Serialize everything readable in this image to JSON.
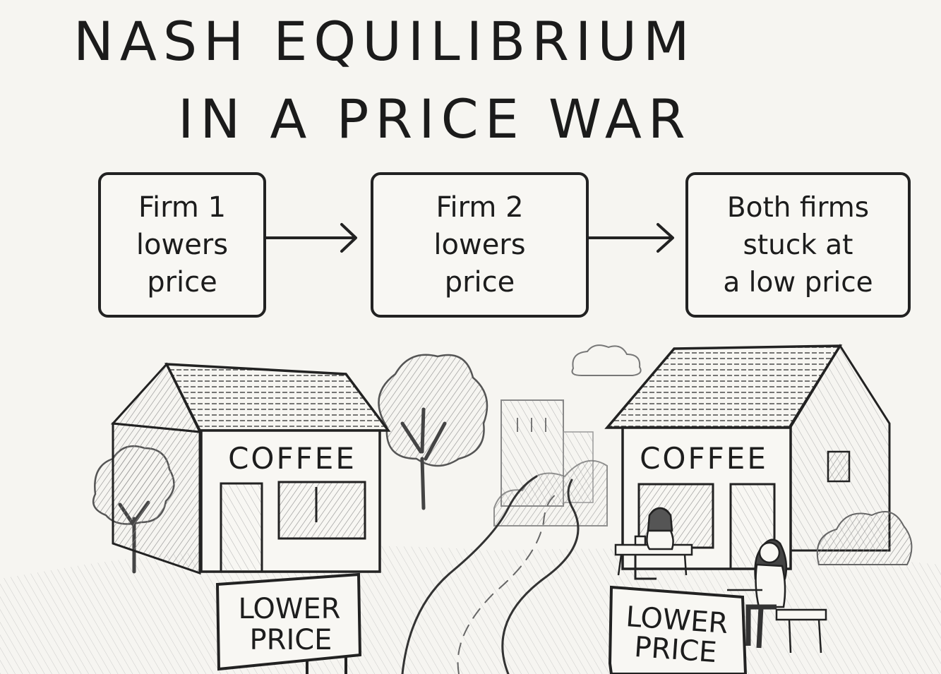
{
  "title": {
    "line1": "NASH EQUILIBRIUM",
    "line2": "IN A PRICE WAR"
  },
  "steps": [
    {
      "label": "Firm 1\nlowers\nprice"
    },
    {
      "label": "Firm 2\nlowers\nprice"
    },
    {
      "label": "Both firms\nstuck at\na low price"
    }
  ],
  "scene": {
    "left_shop": {
      "name": "COFFEE",
      "sign_line1": "LOWER",
      "sign_line2": "PRICE"
    },
    "right_shop": {
      "name": "COFFEE",
      "sign_line1": "LOWER",
      "sign_line2": "PRICE"
    }
  },
  "colors": {
    "ink": "#222222",
    "paper": "#f6f5f1",
    "shade": "#9a9a9a"
  }
}
